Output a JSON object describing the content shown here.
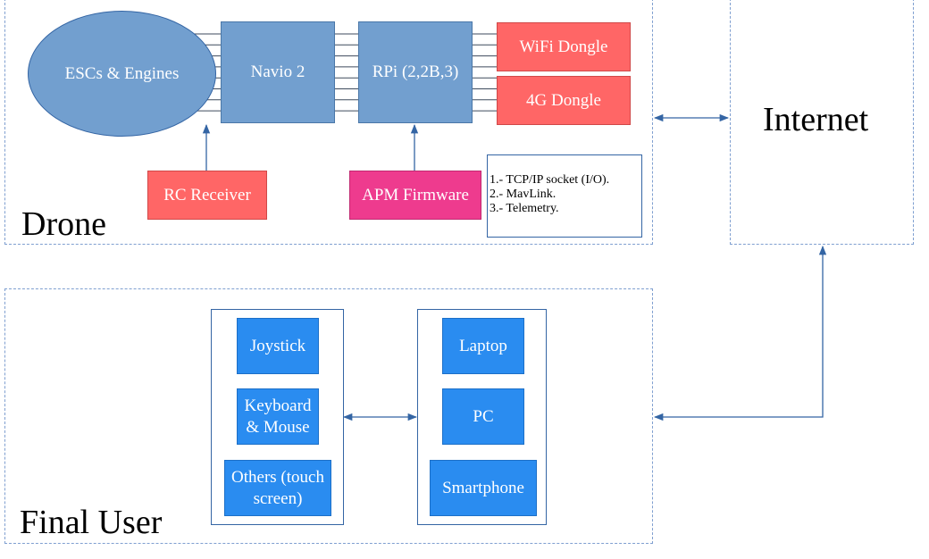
{
  "zones": {
    "drone": "Drone",
    "internet": "Internet",
    "final_user": "Final User"
  },
  "drone": {
    "escs": "ESCs & Engines",
    "navio": "Navio 2",
    "rpi": "RPi (2,2B,3)",
    "wifi": "WiFi Dongle",
    "fourg": "4G Dongle",
    "rc": "RC Receiver",
    "apm": "APM Firmware",
    "notes": [
      "1.- TCP/IP socket (I/O).",
      "2.- MavLink.",
      "3.- Telemetry."
    ]
  },
  "user": {
    "inputs": [
      "Joystick",
      "Keyboard\n& Mouse",
      "Others (touch\nscreen)"
    ],
    "devices": [
      "Laptop",
      "PC",
      "Smartphone"
    ]
  },
  "colors": {
    "steel": "#729fcf",
    "red": "#ff6666",
    "pink": "#ee3b8e",
    "blue": "#2a8cf0",
    "connector": "#3465a4",
    "zone_border": "#7f9fd0"
  }
}
